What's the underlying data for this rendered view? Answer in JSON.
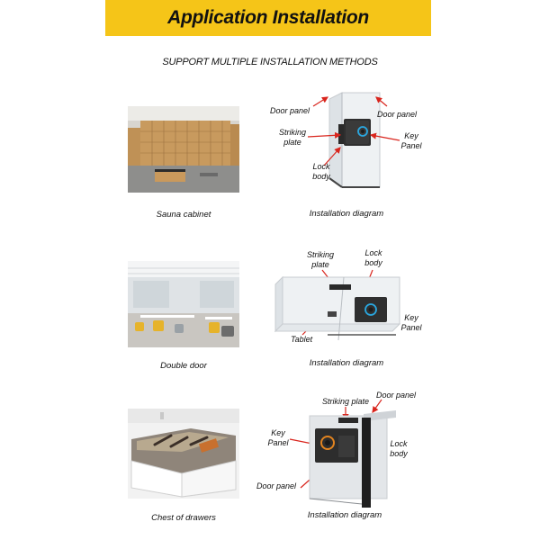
{
  "banner": {
    "title": "Application Installation",
    "color": "#f5c518"
  },
  "subtitle": "SUPPORT MULTIPLE INSTALLATION METHODS",
  "arrow_color": "#d9251d",
  "sections": [
    {
      "photo_caption": "Sauna cabinet",
      "diagram_caption": "Installation diagram",
      "labels": {
        "door_panel_left": "Door panel",
        "door_panel_right": "Door panel",
        "striking_plate_1": "Striking",
        "striking_plate_2": "plate",
        "key_panel_1": "Key",
        "key_panel_2": "Panel",
        "lock_body_1": "Lock",
        "lock_body_2": "body"
      }
    },
    {
      "photo_caption": "Double door",
      "diagram_caption": "Installation diagram",
      "labels": {
        "striking_plate_1": "Striking",
        "striking_plate_2": "plate",
        "lock_body_1": "Lock",
        "lock_body_2": "body",
        "key_panel_1": "Key",
        "key_panel_2": "Panel",
        "tablet": "Tablet"
      }
    },
    {
      "photo_caption": "Chest of drawers",
      "diagram_caption": "Installation diagram",
      "labels": {
        "striking_plate": "Striking plate",
        "door_panel_top": "Door panel",
        "key_panel_1": "Key",
        "key_panel_2": "Panel",
        "lock_body_1": "Lock",
        "lock_body_2": "body",
        "door_panel_bottom": "Door panel"
      }
    }
  ]
}
